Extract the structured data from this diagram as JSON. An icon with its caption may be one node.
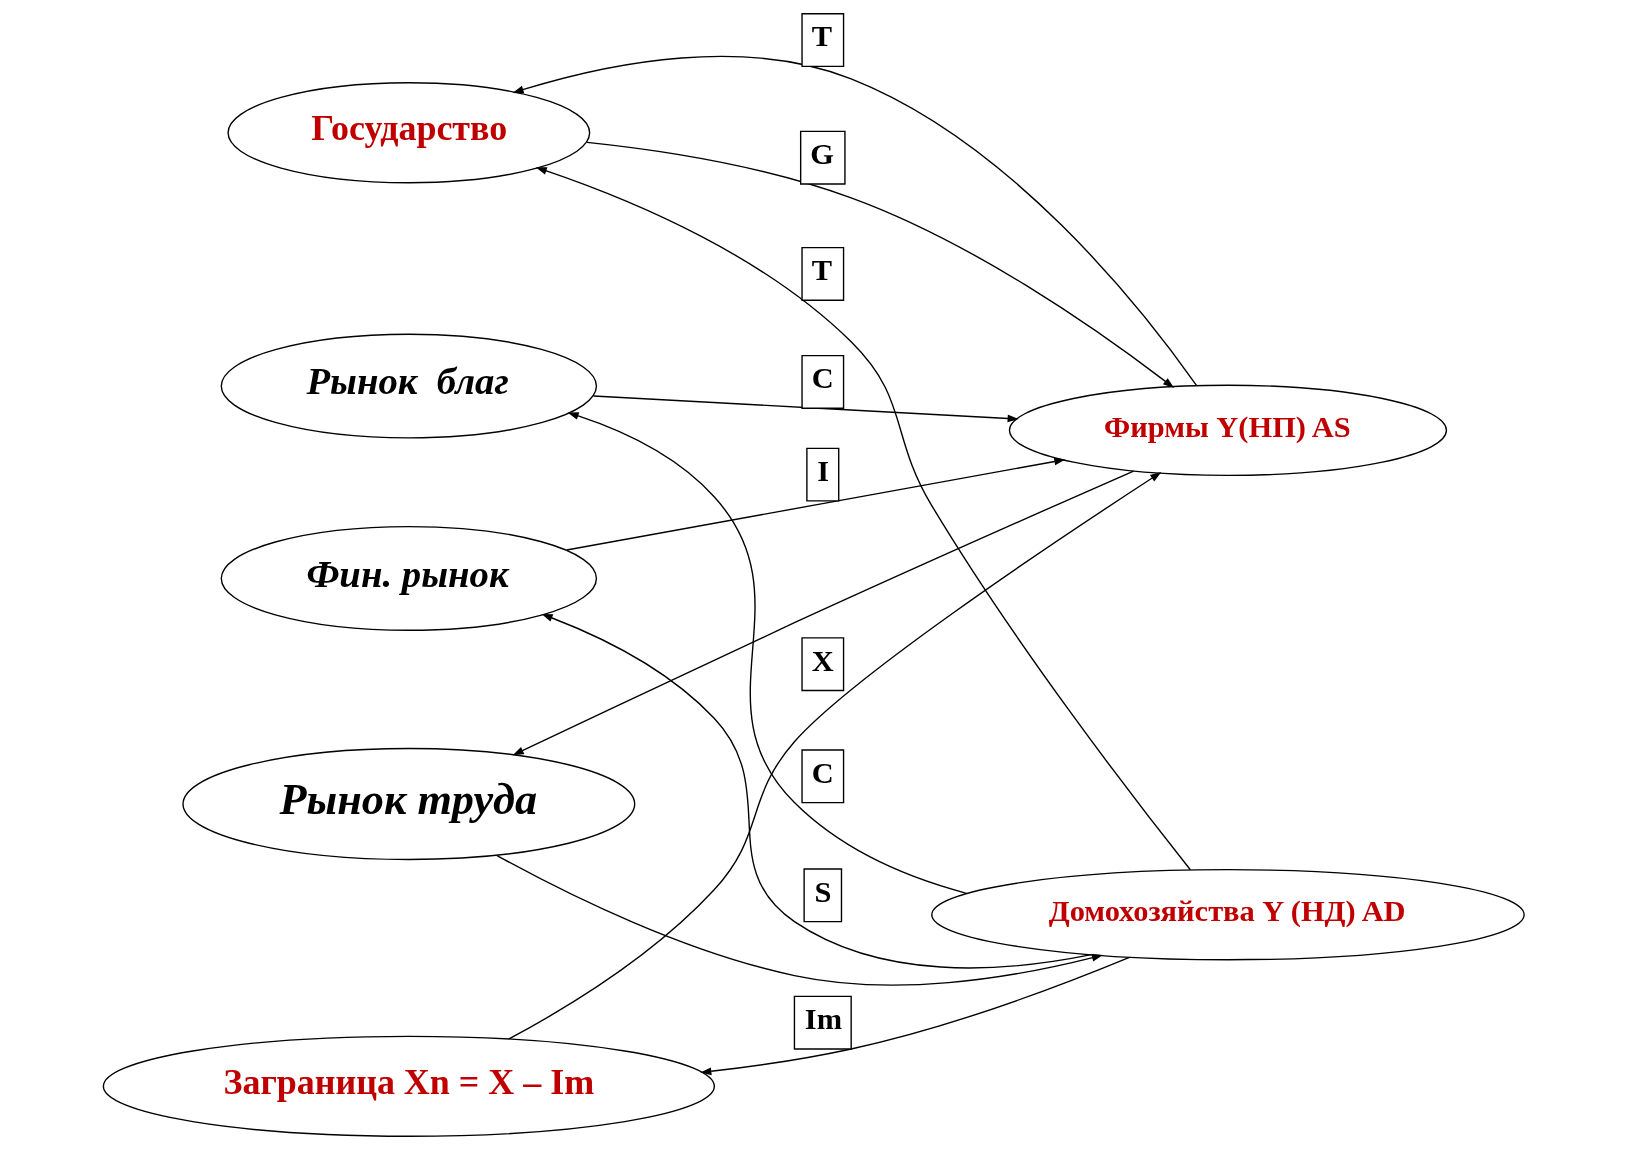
{
  "diagram": {
    "nodes": [
      {
        "text": [
          "Рынок труда"
        ]
      },
      {
        "text": [
          "Фирмы Y(НП) AS"
        ]
      },
      {
        "text": [
          "Государство"
        ]
      },
      {
        "text": [
          "Домохозяйства Y (НД) AD"
        ]
      },
      {
        "text": [
          "Рынок  благ"
        ]
      },
      {
        "text": [
          "Фин. рынок"
        ]
      },
      {
        "text": [
          "Заграница Xn = X – Im"
        ]
      }
    ],
    "edges": [
      {
        "from": 1,
        "to": 0,
        "arrow": "to"
      },
      {
        "from": 0,
        "to": 3,
        "arrow": "to"
      },
      {
        "from": 1,
        "to": 2,
        "arrow": "to",
        "label": "T"
      },
      {
        "from": 3,
        "to": 2,
        "arrow": "to",
        "label": "T"
      },
      {
        "from": 2,
        "to": 1,
        "arrow": "to",
        "label": "G"
      },
      {
        "from": 3,
        "to": 4,
        "arrow": "to",
        "label": "C"
      },
      {
        "from": 4,
        "to": 1,
        "arrow": "to",
        "label": "C"
      },
      {
        "from": 3,
        "to": 5,
        "arrow": "to",
        "label": "S"
      },
      {
        "from": 5,
        "to": 1,
        "arrow": "to",
        "label": "I"
      },
      {
        "from": 3,
        "to": 6,
        "arrow": "to",
        "label": "Im"
      },
      {
        "from": 6,
        "to": 1,
        "arrow": "to",
        "label": "X"
      }
    ]
  }
}
